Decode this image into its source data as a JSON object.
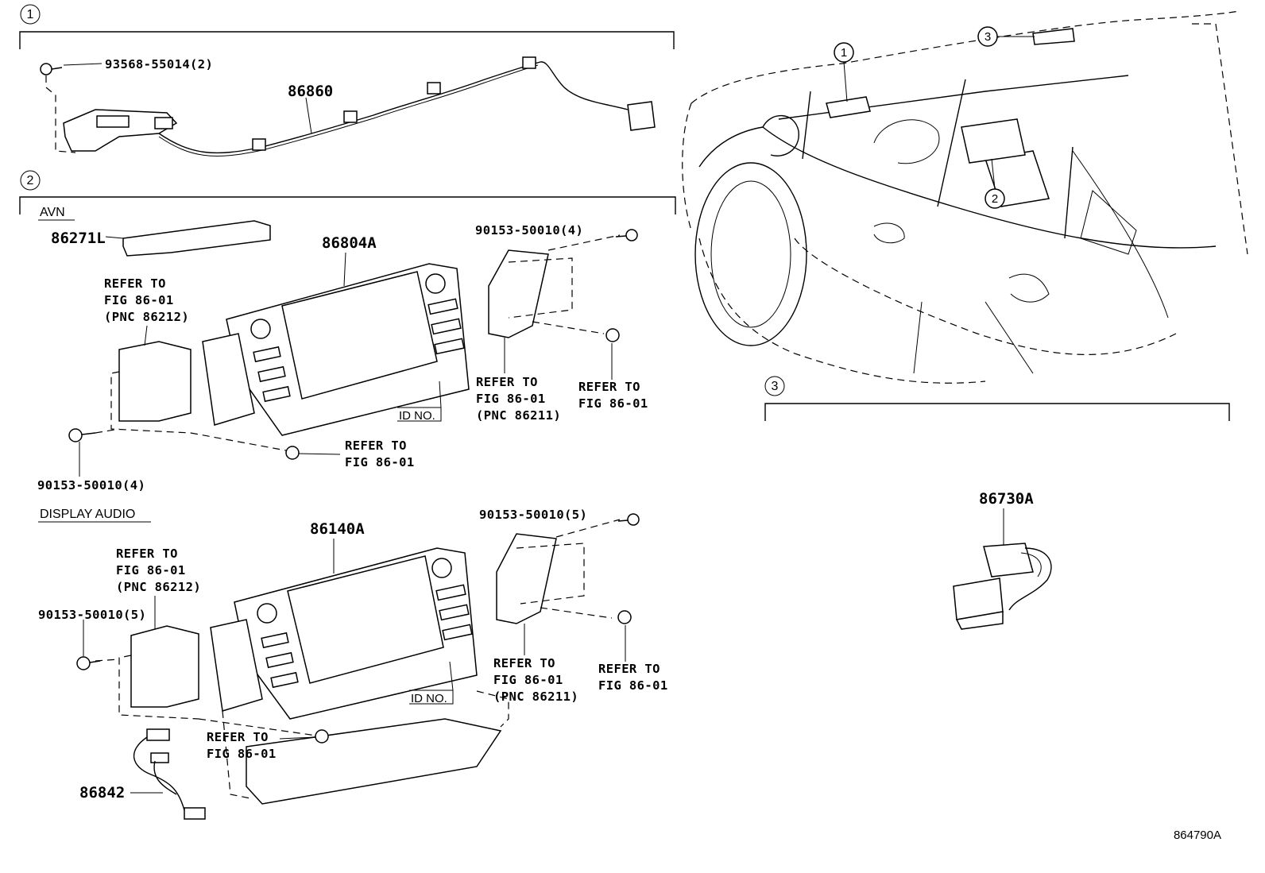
{
  "sections": {
    "s1": {
      "number": "1"
    },
    "s2": {
      "number": "2",
      "avn_label": "AVN",
      "display_audio_label": "DISPLAY AUDIO"
    },
    "s3": {
      "number": "3"
    }
  },
  "callouts": {
    "c1": "1",
    "c2": "2",
    "c3": "3"
  },
  "labels": {
    "bolt_93568": "93568-55014(2)",
    "part_86860": "86860",
    "part_86271L": "86271L",
    "part_86804A": "86804A",
    "bolt_avn_top": "90153-50010(4)",
    "bolt_avn_left": "90153-50010(4)",
    "part_86140A": "86140A",
    "bolt_da_top": "90153-50010(5)",
    "bolt_da_left": "90153-50010(5)",
    "part_86842": "86842",
    "part_86730A": "86730A",
    "figure_id": "864790A",
    "id_no": "ID NO."
  },
  "refer_notes": {
    "avn_left": [
      "REFER TO",
      "FIG 86-01",
      "(PNC 86212)"
    ],
    "avn_right": [
      "REFER TO",
      "FIG 86-01",
      "(PNC 86211)"
    ],
    "avn_clip_right": [
      "REFER TO",
      "FIG 86-01"
    ],
    "avn_clip_bottom": [
      "REFER TO",
      "FIG 86-01"
    ],
    "da_left": [
      "REFER TO",
      "FIG 86-01",
      "(PNC 86212)"
    ],
    "da_right": [
      "REFER TO",
      "FIG 86-01",
      "(PNC 86211)"
    ],
    "da_clip_right": [
      "REFER TO",
      "FIG 86-01"
    ],
    "da_clip_bottom": [
      "REFER TO",
      "FIG 86-01"
    ]
  }
}
